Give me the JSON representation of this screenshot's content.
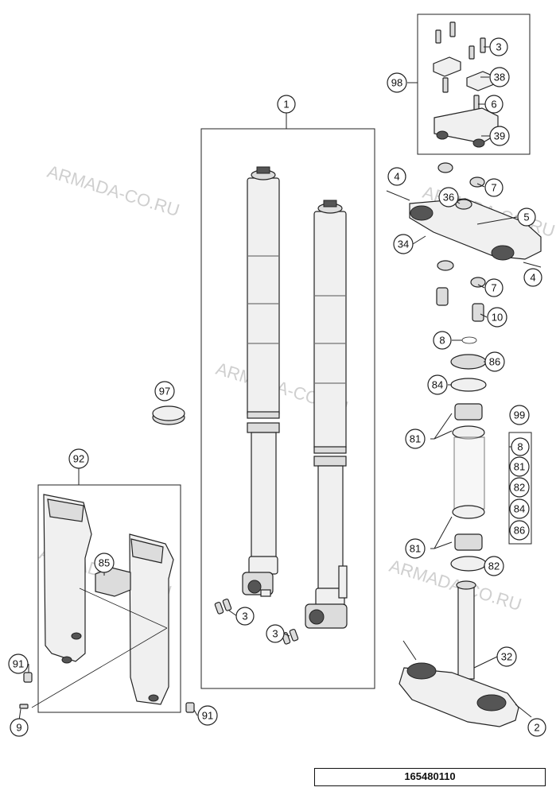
{
  "document_number": "165480110",
  "watermark": "ARMADA-CO.RU",
  "callouts": {
    "c1": "1",
    "c2": "2",
    "c3a": "3",
    "c3b": "3",
    "c3c": "3",
    "c4a": "4",
    "c4b": "4",
    "c5": "5",
    "c6": "6",
    "c7a": "7",
    "c7b": "7",
    "c8a": "8",
    "c8b": "8",
    "c9": "9",
    "c10": "10",
    "c32": "32",
    "c34": "34",
    "c36": "36",
    "c38": "38",
    "c39": "39",
    "c81a": "81",
    "c81b": "81",
    "c81c": "81",
    "c82a": "82",
    "c82b": "82",
    "c84a": "84",
    "c84b": "84",
    "c85": "85",
    "c86a": "86",
    "c86b": "86",
    "c91a": "91",
    "c91b": "91",
    "c92": "92",
    "c97": "97",
    "c98": "98",
    "c99": "99"
  }
}
